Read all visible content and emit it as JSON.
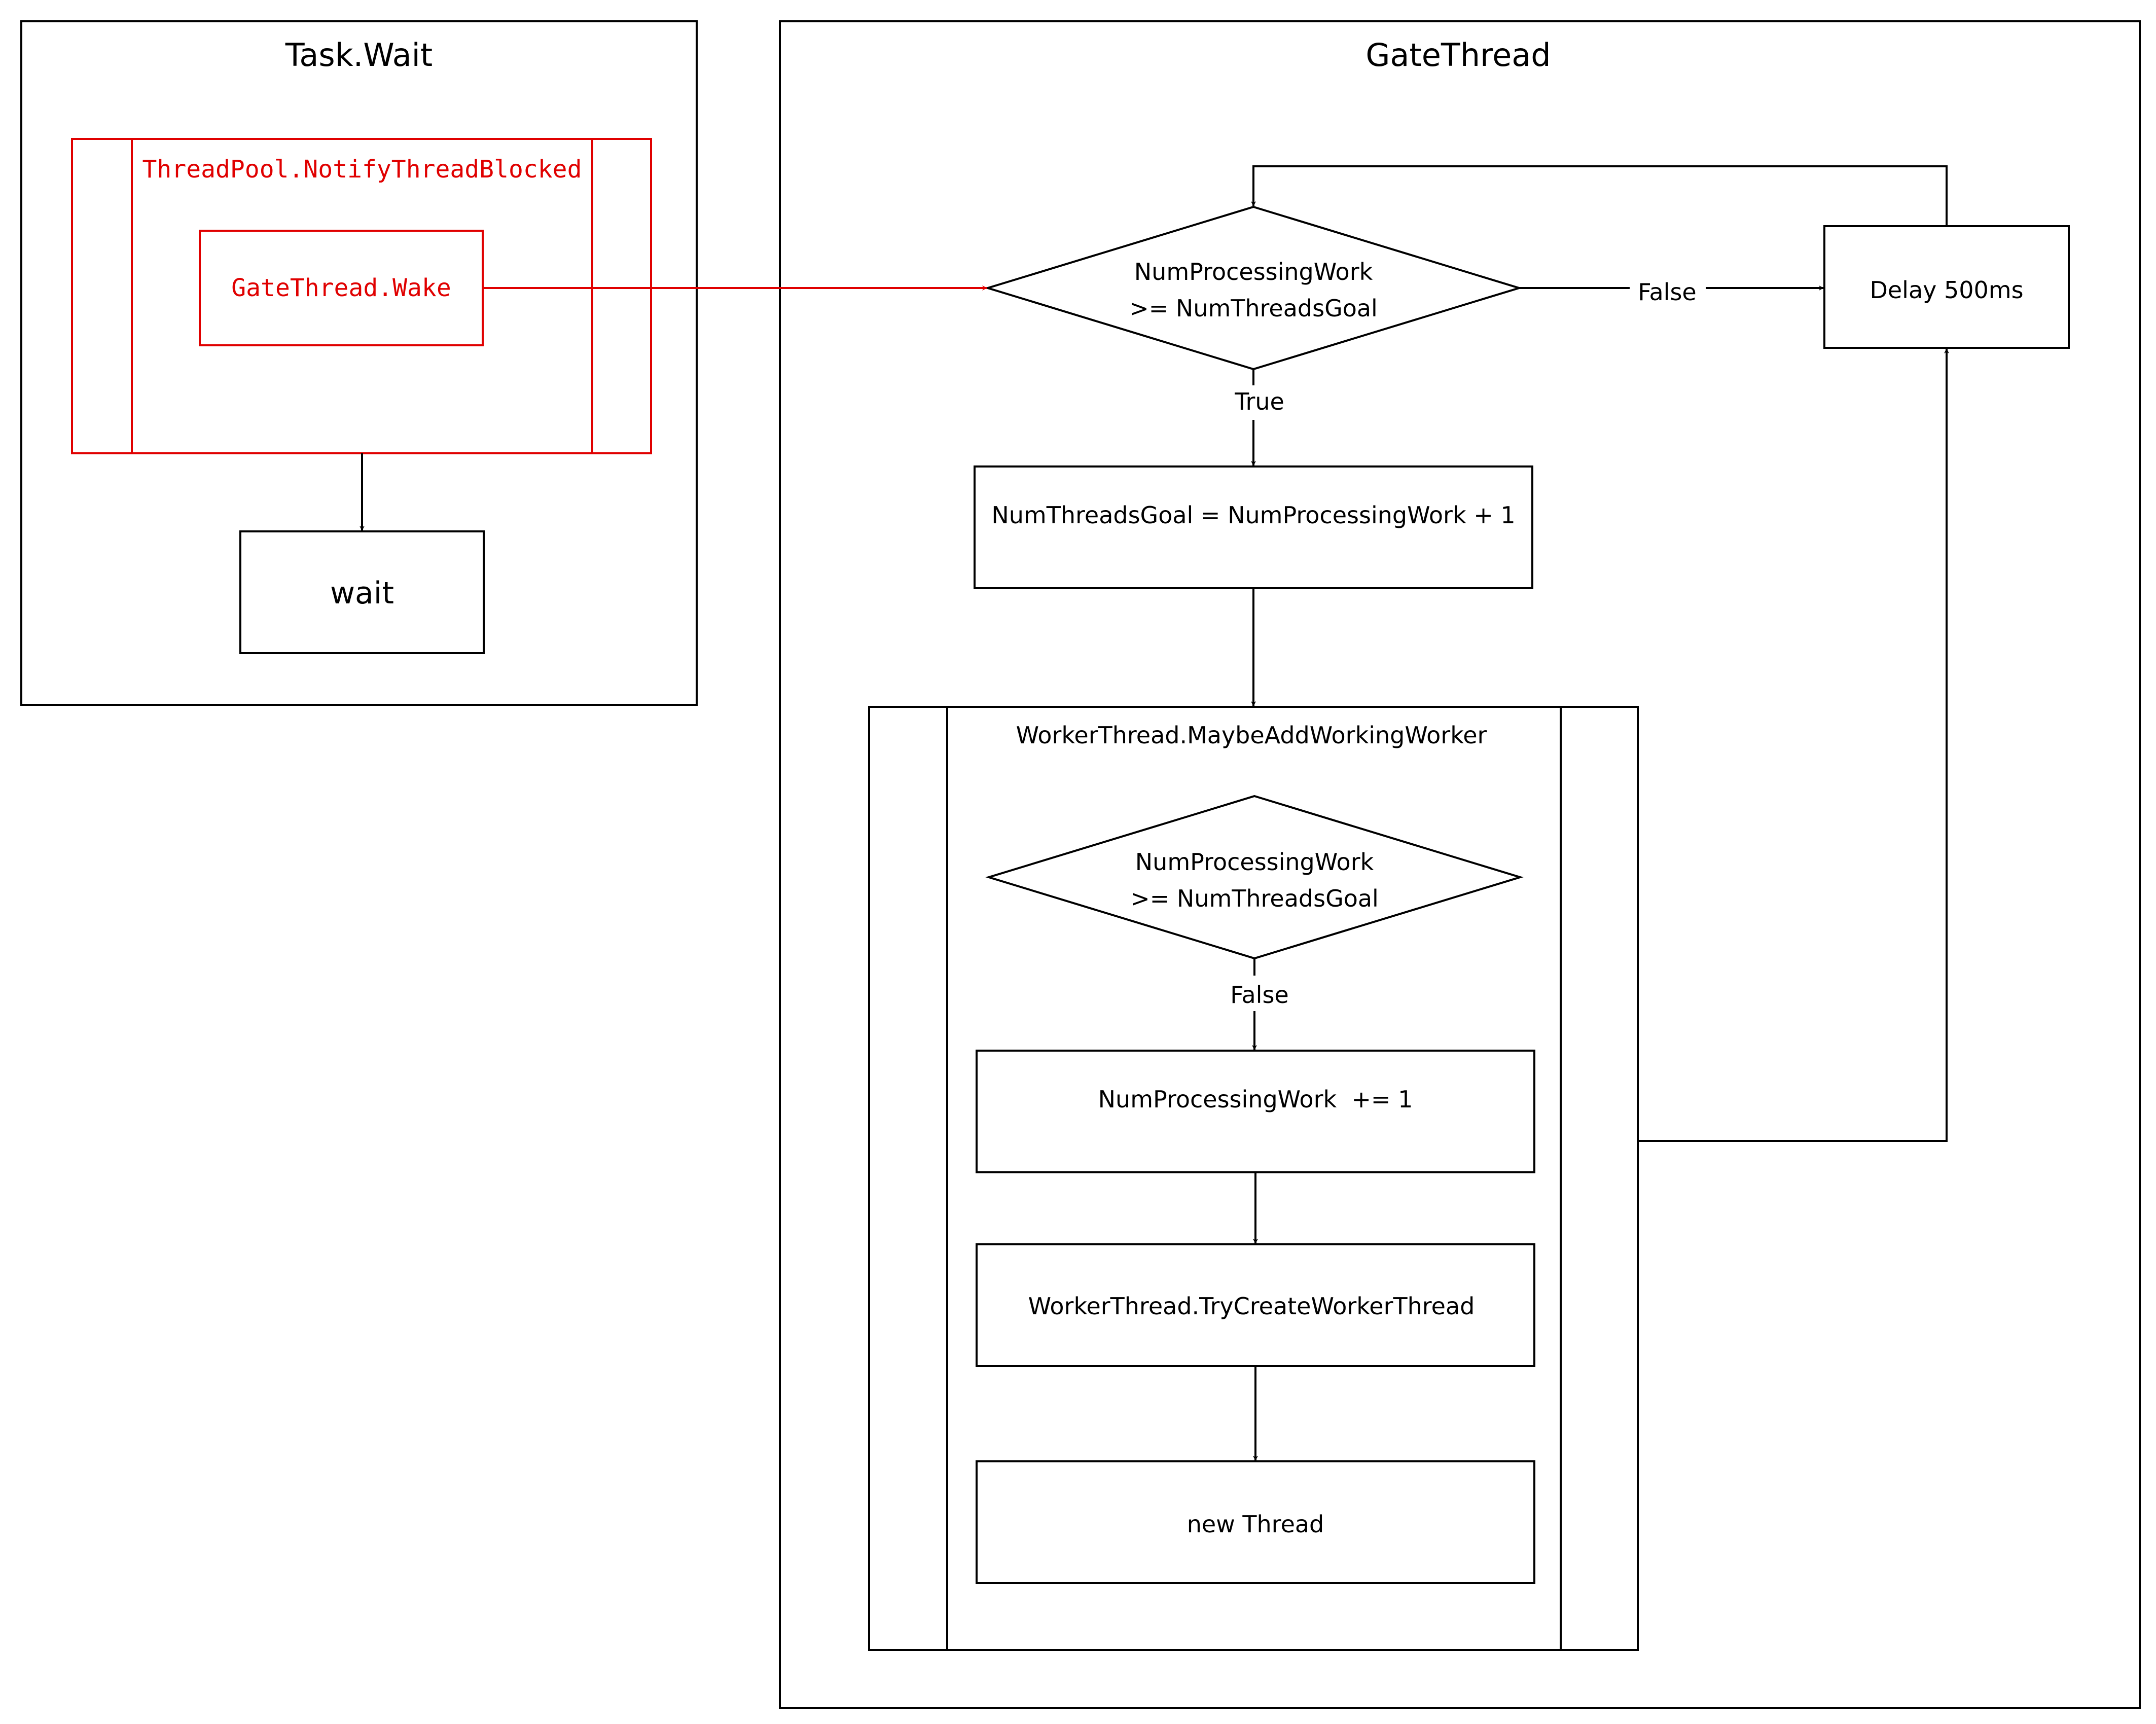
{
  "diagram": {
    "task_wait": {
      "title": "Task.Wait",
      "notify": "ThreadPool.NotifyThreadBlocked",
      "wake": "GateThread.Wake",
      "wait": "wait"
    },
    "gate_thread": {
      "title": "GateThread",
      "decision_top": {
        "line1": "NumProcessingWork",
        "line2": ">= NumThreadsGoal"
      },
      "label_false": "False",
      "label_true": "True",
      "delay": "Delay 500ms",
      "set_goal": "NumThreadsGoal = NumProcessingWork + 1",
      "maybe_add": {
        "title": "WorkerThread.MaybeAddWorkingWorker",
        "decision": {
          "line1": "NumProcessingWork",
          "line2": ">= NumThreadsGoal"
        },
        "label_false": "False",
        "increment": "NumProcessingWork  += 1",
        "try_create": "WorkerThread.TryCreateWorkerThread",
        "new_thread": "new Thread"
      }
    }
  },
  "colors": {
    "highlight": "#e00000",
    "stroke": "#000000",
    "background": "#ffffff"
  }
}
